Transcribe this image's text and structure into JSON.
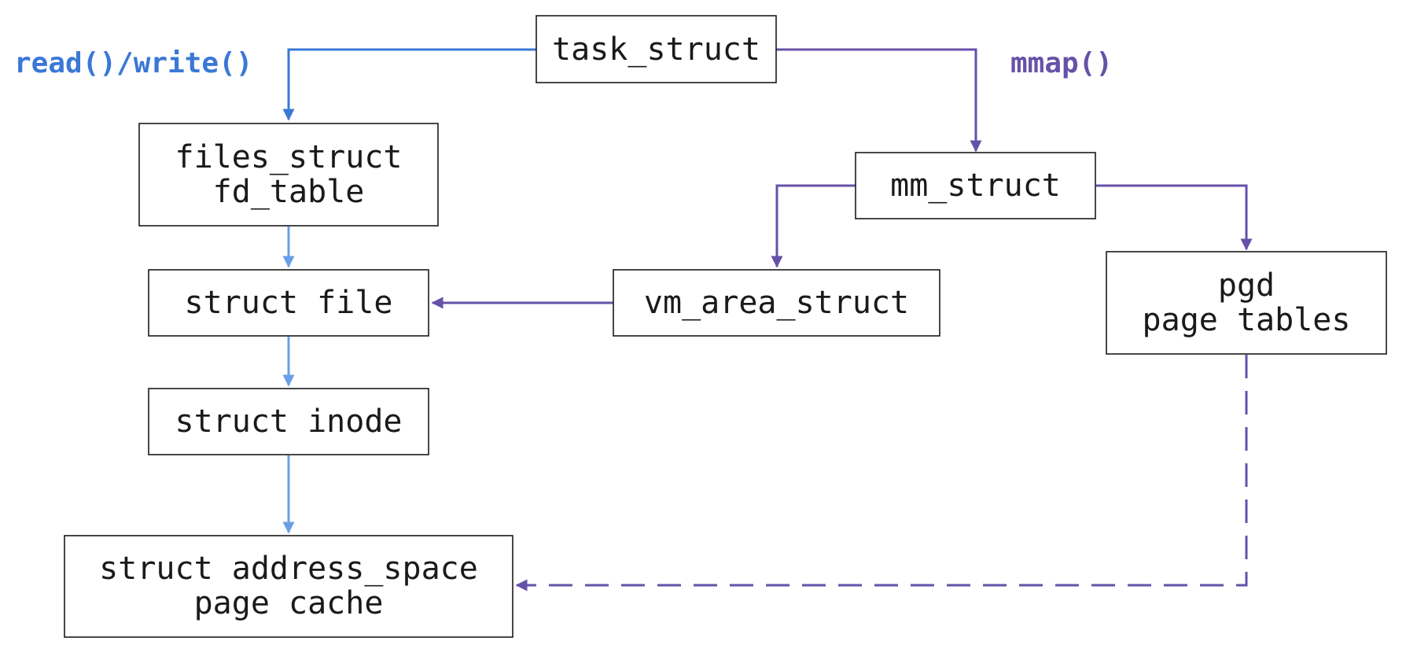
{
  "colors": {
    "blue": "#3a78d6",
    "light_blue": "#6a9fe6",
    "purple": "#6552a8",
    "border": "#1a1a1a"
  },
  "labels": {
    "read_write": "read()/write()",
    "mmap": "mmap()"
  },
  "nodes": {
    "task_struct": [
      "task_struct"
    ],
    "files_struct": [
      "files_struct",
      "fd_table"
    ],
    "struct_file": [
      "struct file"
    ],
    "struct_inode": [
      "struct inode"
    ],
    "address_space": [
      "struct address_space",
      "page cache"
    ],
    "mm_struct": [
      "mm_struct"
    ],
    "vm_area_struct": [
      "vm_area_struct"
    ],
    "pgd": [
      "pgd",
      "page tables"
    ]
  }
}
